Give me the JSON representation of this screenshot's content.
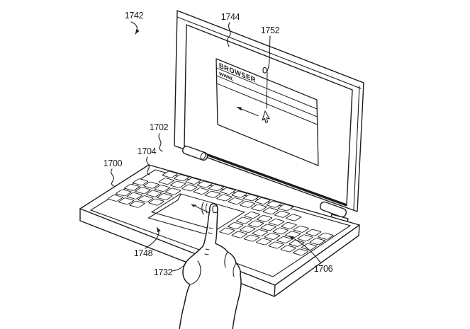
{
  "figure": {
    "background_color": "#ffffff",
    "line_color": "#1d1d1d"
  },
  "browser": {
    "title": "BROWSER",
    "address": "www."
  },
  "reference_numerals": {
    "figure_arrow": "1742",
    "display": "1744",
    "cursor": "1752",
    "device": "1700",
    "lid": "1702",
    "base": "1704",
    "keys": "1706",
    "touch_region": "1748",
    "finger": "1732"
  }
}
